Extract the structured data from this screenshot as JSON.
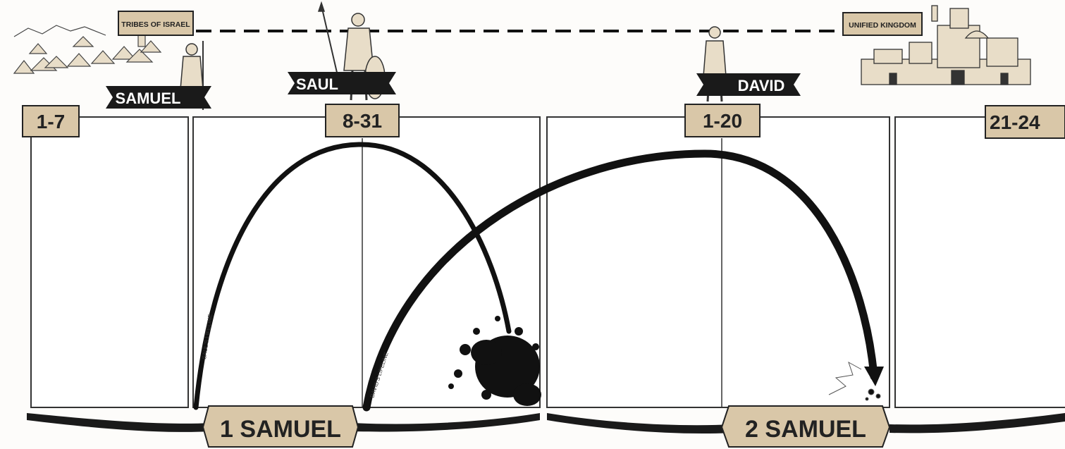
{
  "top_labels": {
    "tribes": "TRIBES OF ISRAEL",
    "unified": "UNIFIED KINGDOM"
  },
  "characters": {
    "samuel": "SAMUEL",
    "saul": "SAUL",
    "david": "DAVID"
  },
  "chapter_ranges": {
    "r1": "1-7",
    "r2": "8-31",
    "r3": "1-20",
    "r4": "21-24"
  },
  "books": {
    "book1": "1 SAMUEL",
    "book2": "2 SAMUEL"
  },
  "lifelines": {
    "saul": "SAUL'S LIFELINE",
    "david": "DAVID'S LIFELINE"
  },
  "colors": {
    "ink": "#111111",
    "tan": "#d9c7a8",
    "paper": "#fdfcfa"
  }
}
